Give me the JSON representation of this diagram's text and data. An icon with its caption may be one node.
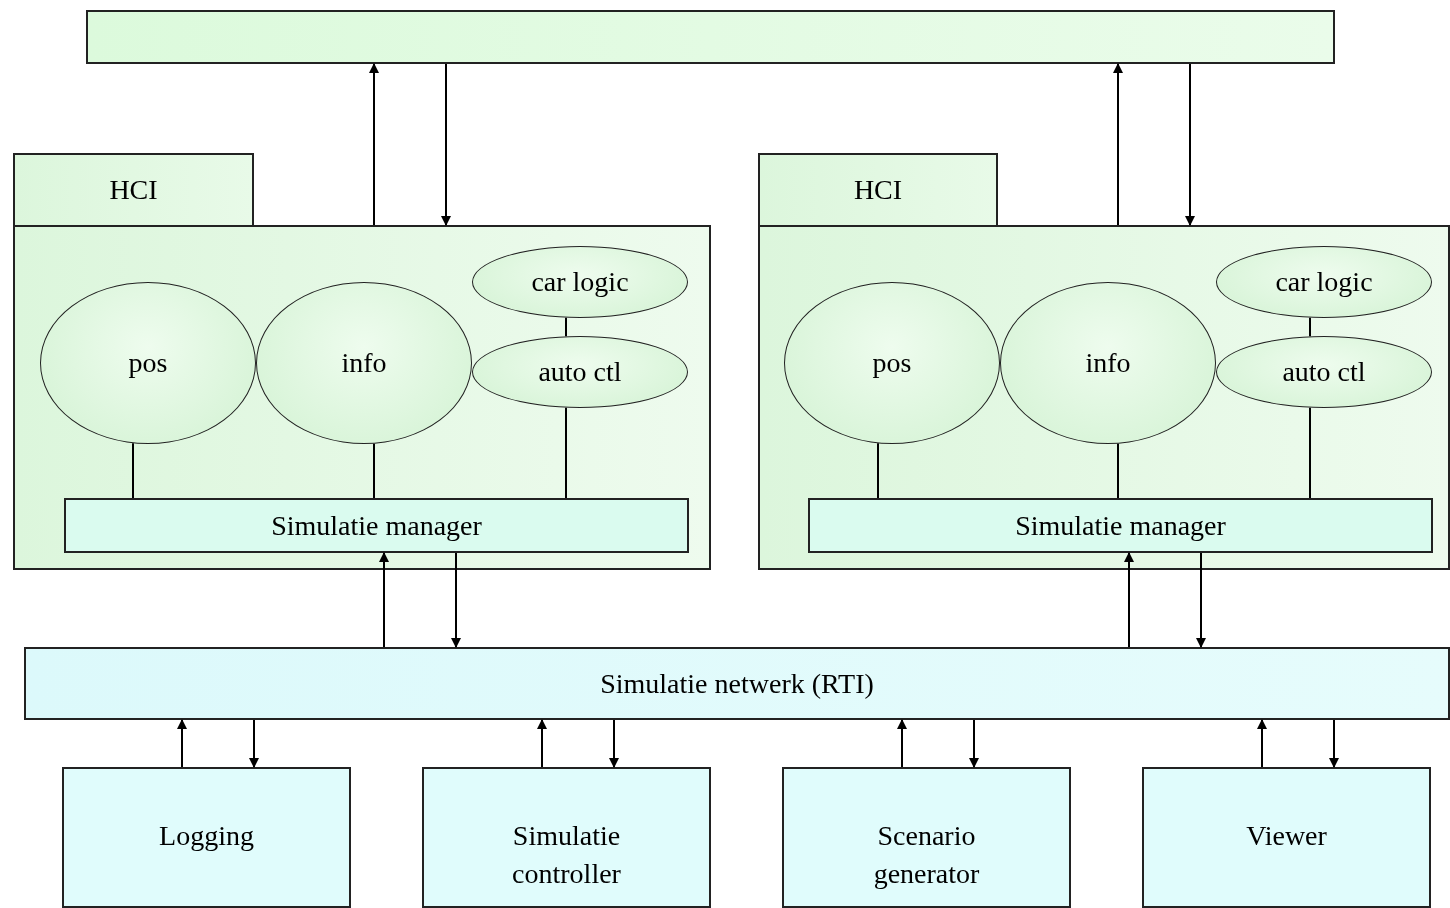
{
  "diagram": {
    "nodes": [
      {
        "text": [],
        "shape": "box"
      },
      {
        "text": [
          "HCI"
        ]
      },
      {
        "text": [
          "pos"
        ],
        "in": 1
      },
      {
        "text": [
          "info"
        ],
        "in": 1
      },
      {
        "text": [
          "car logic"
        ],
        "in": 1
      },
      {
        "text": [
          "auto ctl"
        ],
        "in": 1
      },
      {
        "text": [
          "Simulatie manager"
        ],
        "in": 1
      },
      {
        "text": [
          "HCI"
        ]
      },
      {
        "text": [
          "pos"
        ],
        "in": 7
      },
      {
        "text": [
          "info"
        ],
        "in": 7
      },
      {
        "text": [
          "car logic"
        ],
        "in": 7
      },
      {
        "text": [
          "auto ctl"
        ],
        "in": 7
      },
      {
        "text": [
          "Simulatie manager"
        ],
        "in": 7
      },
      {
        "text": [
          "Simulatie netwerk (RTI)"
        ]
      },
      {
        "text": [
          "Logging"
        ]
      },
      {
        "text": [
          "Simulatie controller"
        ]
      },
      {
        "text": [
          "Scenario generator"
        ]
      },
      {
        "text": [
          "Viewer"
        ]
      }
    ],
    "edges": [
      {
        "from": 1,
        "to": 0,
        "arrow": "to"
      },
      {
        "from": 0,
        "to": 1,
        "arrow": "to"
      },
      {
        "from": 7,
        "to": 0,
        "arrow": "to"
      },
      {
        "from": 0,
        "to": 7,
        "arrow": "to"
      },
      {
        "from": 2,
        "to": 6,
        "arrow": "none"
      },
      {
        "from": 3,
        "to": 6,
        "arrow": "none"
      },
      {
        "from": 4,
        "to": 5,
        "arrow": "none"
      },
      {
        "from": 5,
        "to": 6,
        "arrow": "none"
      },
      {
        "from": 8,
        "to": 12,
        "arrow": "none"
      },
      {
        "from": 9,
        "to": 12,
        "arrow": "none"
      },
      {
        "from": 10,
        "to": 11,
        "arrow": "none"
      },
      {
        "from": 11,
        "to": 12,
        "arrow": "none"
      },
      {
        "from": 13,
        "to": 6,
        "arrow": "to"
      },
      {
        "from": 6,
        "to": 13,
        "arrow": "to"
      },
      {
        "from": 13,
        "to": 12,
        "arrow": "to"
      },
      {
        "from": 12,
        "to": 13,
        "arrow": "to"
      },
      {
        "from": 14,
        "to": 13,
        "arrow": "to"
      },
      {
        "from": 13,
        "to": 14,
        "arrow": "to"
      },
      {
        "from": 15,
        "to": 13,
        "arrow": "to"
      },
      {
        "from": 13,
        "to": 15,
        "arrow": "to"
      },
      {
        "from": 16,
        "to": 13,
        "arrow": "to"
      },
      {
        "from": 13,
        "to": 16,
        "arrow": "to"
      },
      {
        "from": 17,
        "to": 13,
        "arrow": "to"
      },
      {
        "from": 13,
        "to": 17,
        "arrow": "to"
      }
    ]
  }
}
